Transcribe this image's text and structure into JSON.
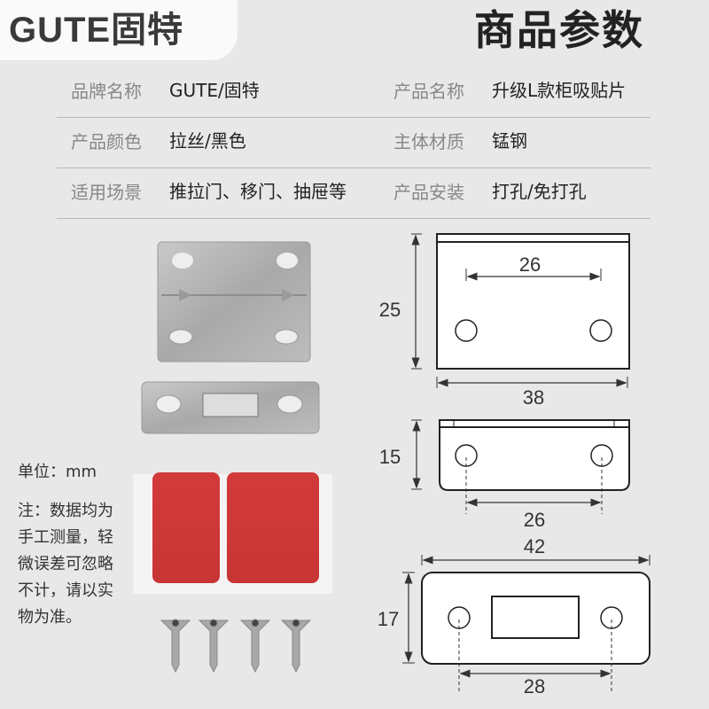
{
  "header": {
    "logo_text": "GUTE",
    "logo_cn": "固特",
    "title": "商品参数"
  },
  "specs": [
    {
      "label_left": "品牌名称",
      "value_left": "GUTE/固特",
      "label_right": "产品名称",
      "value_right": "升级L款柜吸贴片"
    },
    {
      "label_left": "产品颜色",
      "value_left": "拉丝/黑色",
      "label_right": "主体材质",
      "value_right": "锰钢"
    },
    {
      "label_left": "适用场景",
      "value_left": "推拉门、移门、抽屉等",
      "label_right": "产品安装",
      "value_right": "打孔/免打孔"
    }
  ],
  "notes": {
    "unit": "单位：mm",
    "lines": [
      "注：数据均为",
      "手工测量，轻",
      "微误差可忽略",
      "不计，请以实",
      "物为准。"
    ]
  },
  "photo": {
    "items": [
      "L-bracket",
      "magnet-plate",
      "adhesive-pads",
      "screws"
    ],
    "screw_count": 4,
    "pad_color": "#d23a3a"
  },
  "diagrams": {
    "bracket_front": {
      "height": "25",
      "width": "38",
      "hole_spacing": "26"
    },
    "bracket_side": {
      "height": "15",
      "hole_spacing": "26"
    },
    "magnet_plate": {
      "width": "42",
      "height": "17",
      "hole_spacing": "28"
    }
  }
}
